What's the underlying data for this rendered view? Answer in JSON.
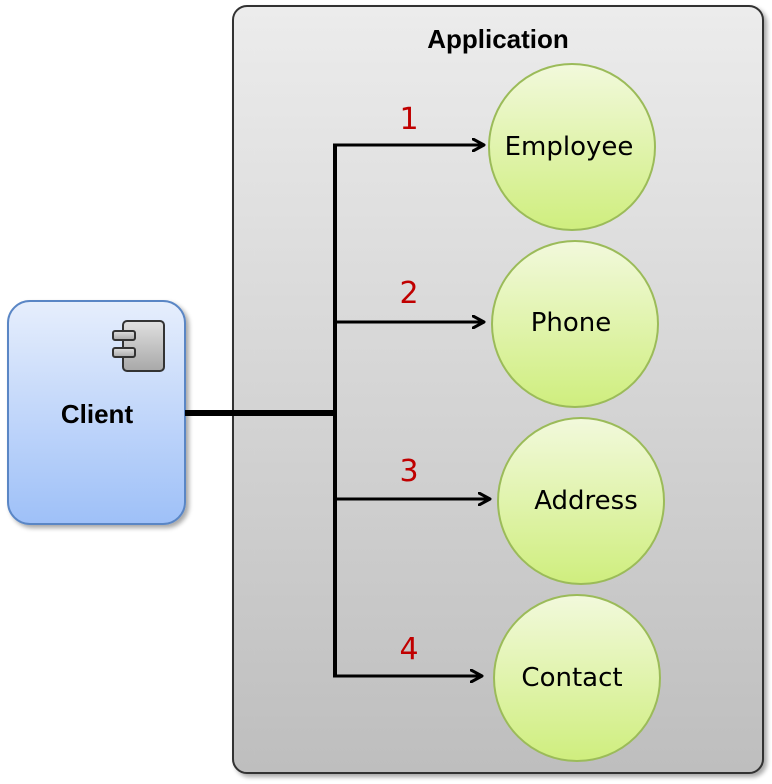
{
  "application": {
    "title": "Application"
  },
  "client": {
    "label": "Client",
    "icon": "component-icon"
  },
  "entities": [
    {
      "label": "Employee",
      "number": "1"
    },
    {
      "label": "Phone",
      "number": "2"
    },
    {
      "label": "Address",
      "number": "3"
    },
    {
      "label": "Contact",
      "number": "4"
    }
  ],
  "colors": {
    "number": "#c00000",
    "circle_stroke": "#9bbb59",
    "circle_fill_top": "#f2f9dc",
    "circle_fill_bottom": "#cfee7e",
    "client_fill_top": "#e6eefc",
    "client_fill_bottom": "#9ec0f8",
    "client_stroke": "#5a86c5",
    "app_fill_top": "#ececec",
    "app_fill_bottom": "#bebebe",
    "app_stroke": "#303030"
  }
}
